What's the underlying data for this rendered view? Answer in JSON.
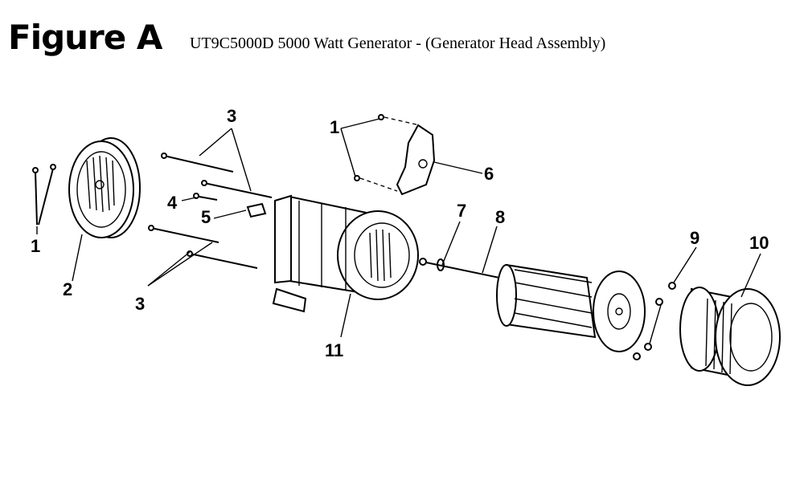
{
  "header": {
    "figure_label": "Figure A",
    "subtitle": "UT9C5000D 5000 Watt Generator - (Generator Head Assembly)"
  },
  "callouts": {
    "c1_left": "1",
    "c1_top": "1",
    "c2": "2",
    "c3_top": "3",
    "c3_bottom": "3",
    "c4": "4",
    "c5": "5",
    "c6": "6",
    "c7": "7",
    "c8": "8",
    "c9": "9",
    "c10": "10",
    "c11": "11"
  }
}
